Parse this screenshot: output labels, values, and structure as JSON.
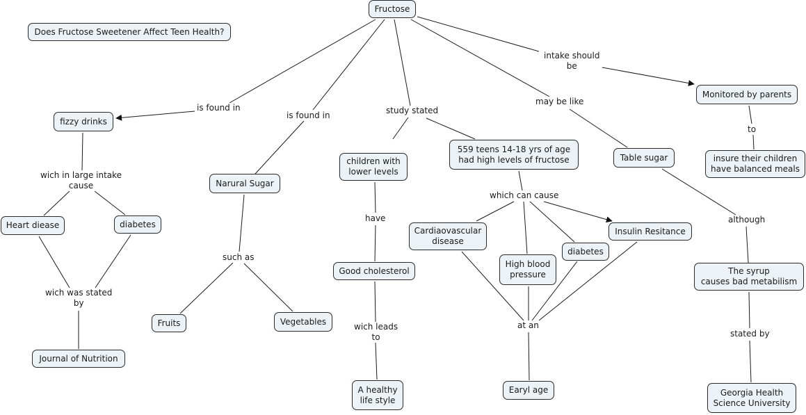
{
  "title_node": "Does Fructose Sweetener Affect Teen Health?",
  "nodes": {
    "fructose": "Fructose",
    "fizzy_drinks": "fizzy drinks",
    "natural_sugar": "Narural Sugar",
    "children_lower": "children with\nlower levels",
    "teens_559": "559 teens 14-18 yrs of age\nhad high levels of fructose",
    "table_sugar": "Table sugar",
    "monitored": "Monitored by parents",
    "insure": "insure their children\nhave balanced meals",
    "heart_disease": "Heart diease",
    "diabetes_left": "diabetes",
    "journal": "Journal of Nutrition",
    "fruits": "Fruits",
    "vegetables": "Vegetables",
    "good_cholesterol": "Good cholesterol",
    "healthy_life": "A healthy\nlife style",
    "cardio": "Cardiaovascular\ndisease",
    "high_bp": "High blood\npressure",
    "diabetes_mid": "diabetes",
    "insulin": "Insulin Resitance",
    "early_age": "Earyl age",
    "syrup": "The syrup\ncauses bad metabilism",
    "georgia": "Georgia Health\nScience University"
  },
  "links": {
    "is_found_in_1": "is found in",
    "is_found_in_2": "is found in",
    "study_stated": "study stated",
    "may_be_like": "may be like",
    "intake_should_be": "intake should\nbe",
    "to": "to",
    "wich_large_intake": "wich in large intake\ncause",
    "wich_was_stated": "wich was stated\nby",
    "such_as": "such as",
    "have": "have",
    "wich_leads_to": "wich leads\nto",
    "which_can_cause": "which can cause",
    "at_an": "at an",
    "although": "although",
    "stated_by": "stated by"
  },
  "colors": {
    "node_fill": "#ecf2f5",
    "node_border": "#2a2a2a",
    "line": "#1a1a1a"
  }
}
